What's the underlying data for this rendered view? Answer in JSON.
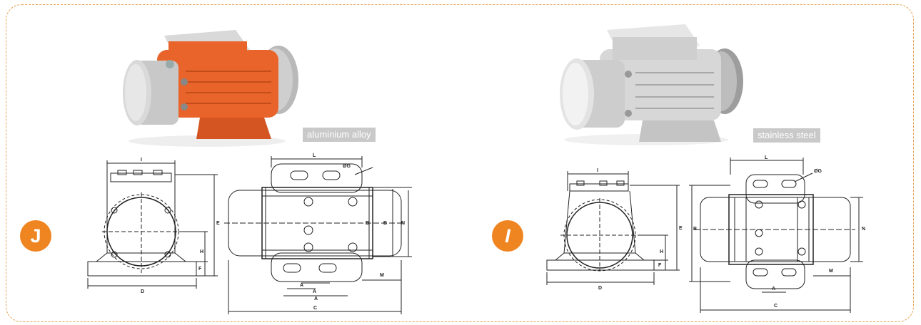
{
  "products": [
    {
      "badge_letter": "J",
      "material": "aluminium alloy",
      "housing_color": "#e8642a",
      "dimensions": {
        "side": {
          "top": "I",
          "height": "E",
          "mid_height": "H",
          "foot": "F",
          "width": "D"
        },
        "top": {
          "length": "L",
          "bolt": "ØG",
          "b1": "B",
          "b2": "B",
          "n": "N",
          "m": "M",
          "a1": "A",
          "a2": "A",
          "a3": "A",
          "total": "C"
        }
      }
    },
    {
      "badge_letter": "I",
      "material": "stainless steel",
      "housing_color": "#d7d7d7",
      "dimensions": {
        "side": {
          "top": "I",
          "height": "E",
          "mid_height": "H",
          "foot": "F",
          "width": "D"
        },
        "top": {
          "length": "L",
          "bolt": "ØG",
          "b1": "B",
          "n": "N",
          "m": "M",
          "a1": "A",
          "total": "C"
        }
      }
    }
  ],
  "colors": {
    "frame_border": "#e8a050",
    "badge": "#ef8520",
    "label_bg": "#c9c9c9"
  }
}
